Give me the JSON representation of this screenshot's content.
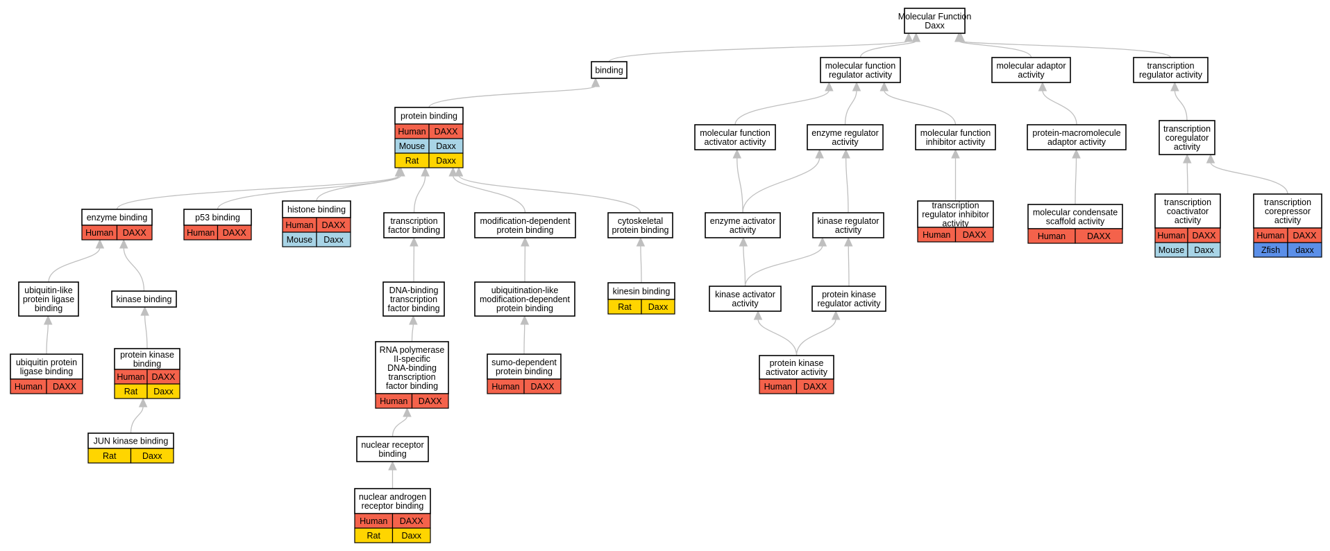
{
  "diagram": {
    "colors": {
      "Human": "#f4624b",
      "Mouse": "#a8d4e6",
      "Rat": "#ffd500",
      "Zfish": "#5b8fe8",
      "edge": "#bfbfbf"
    },
    "nodes": [
      {
        "id": "root",
        "lines": [
          "Molecular Function",
          "Daxx"
        ],
        "orthologs": []
      },
      {
        "id": "binding",
        "lines": [
          "binding"
        ],
        "orthologs": []
      },
      {
        "id": "mfra",
        "lines": [
          "molecular function",
          "regulator activity"
        ],
        "orthologs": []
      },
      {
        "id": "maa",
        "lines": [
          "molecular adaptor",
          "activity"
        ],
        "orthologs": []
      },
      {
        "id": "tra",
        "lines": [
          "transcription",
          "regulator activity"
        ],
        "orthologs": []
      },
      {
        "id": "pb",
        "lines": [
          "protein binding"
        ],
        "orthologs": [
          [
            "Human",
            "DAXX"
          ],
          [
            "Mouse",
            "Daxx"
          ],
          [
            "Rat",
            "Daxx"
          ]
        ]
      },
      {
        "id": "mfaa",
        "lines": [
          "molecular function",
          "activator activity"
        ],
        "orthologs": []
      },
      {
        "id": "era",
        "lines": [
          "enzyme regulator",
          "activity"
        ],
        "orthologs": []
      },
      {
        "id": "mfia",
        "lines": [
          "molecular function",
          "inhibitor activity"
        ],
        "orthologs": []
      },
      {
        "id": "pmaa",
        "lines": [
          "protein-macromolecule",
          "adaptor activity"
        ],
        "orthologs": []
      },
      {
        "id": "tca",
        "lines": [
          "transcription",
          "coregulator",
          "activity"
        ],
        "orthologs": []
      },
      {
        "id": "eb",
        "lines": [
          "enzyme binding"
        ],
        "orthologs": [
          [
            "Human",
            "DAXX"
          ]
        ]
      },
      {
        "id": "p53",
        "lines": [
          "p53 binding"
        ],
        "orthologs": [
          [
            "Human",
            "DAXX"
          ]
        ]
      },
      {
        "id": "hb",
        "lines": [
          "histone binding"
        ],
        "orthologs": [
          [
            "Human",
            "DAXX"
          ],
          [
            "Mouse",
            "Daxx"
          ]
        ]
      },
      {
        "id": "tfb",
        "lines": [
          "transcription",
          "factor binding"
        ],
        "orthologs": []
      },
      {
        "id": "mdpb",
        "lines": [
          "modification-dependent",
          "protein binding"
        ],
        "orthologs": []
      },
      {
        "id": "cpb",
        "lines": [
          "cytoskeletal",
          "protein binding"
        ],
        "orthologs": []
      },
      {
        "id": "eaa",
        "lines": [
          "enzyme activator",
          "activity"
        ],
        "orthologs": []
      },
      {
        "id": "kra",
        "lines": [
          "kinase regulator",
          "activity"
        ],
        "orthologs": []
      },
      {
        "id": "tria",
        "lines": [
          "transcription",
          "regulator inhibitor",
          "activity"
        ],
        "orthologs": [
          [
            "Human",
            "DAXX"
          ]
        ]
      },
      {
        "id": "mcsa",
        "lines": [
          "molecular condensate",
          "scaffold activity"
        ],
        "orthologs": [
          [
            "Human",
            "DAXX"
          ]
        ]
      },
      {
        "id": "tcoa",
        "lines": [
          "transcription",
          "coactivator",
          "activity"
        ],
        "orthologs": [
          [
            "Human",
            "DAXX"
          ],
          [
            "Mouse",
            "Daxx"
          ]
        ]
      },
      {
        "id": "tcra",
        "lines": [
          "transcription",
          "corepressor",
          "activity"
        ],
        "orthologs": [
          [
            "Human",
            "DAXX"
          ],
          [
            "Zfish",
            "daxx"
          ]
        ]
      },
      {
        "id": "ulplb",
        "lines": [
          "ubiquitin-like",
          "protein ligase",
          "binding"
        ],
        "orthologs": []
      },
      {
        "id": "kb",
        "lines": [
          "kinase binding"
        ],
        "orthologs": []
      },
      {
        "id": "dbtfb",
        "lines": [
          "DNA-binding",
          "transcription",
          "factor binding"
        ],
        "orthologs": []
      },
      {
        "id": "ulmdpb",
        "lines": [
          "ubiquitination-like",
          "modification-dependent",
          "protein binding"
        ],
        "orthologs": []
      },
      {
        "id": "kinb",
        "lines": [
          "kinesin binding"
        ],
        "orthologs": [
          [
            "Rat",
            "Daxx"
          ]
        ]
      },
      {
        "id": "kaa",
        "lines": [
          "kinase activator",
          "activity"
        ],
        "orthologs": []
      },
      {
        "id": "pkra",
        "lines": [
          "protein kinase",
          "regulator activity"
        ],
        "orthologs": []
      },
      {
        "id": "uplb",
        "lines": [
          "ubiquitin protein",
          "ligase binding"
        ],
        "orthologs": [
          [
            "Human",
            "DAXX"
          ]
        ]
      },
      {
        "id": "pkb",
        "lines": [
          "protein kinase",
          "binding"
        ],
        "orthologs": [
          [
            "Human",
            "DAXX"
          ],
          [
            "Rat",
            "Daxx"
          ]
        ]
      },
      {
        "id": "rnap",
        "lines": [
          "RNA polymerase",
          "II-specific",
          "DNA-binding",
          "transcription",
          "factor binding"
        ],
        "orthologs": [
          [
            "Human",
            "DAXX"
          ]
        ]
      },
      {
        "id": "sdpb",
        "lines": [
          "sumo-dependent",
          "protein binding"
        ],
        "orthologs": [
          [
            "Human",
            "DAXX"
          ]
        ]
      },
      {
        "id": "pkaa",
        "lines": [
          "protein kinase",
          "activator activity"
        ],
        "orthologs": [
          [
            "Human",
            "DAXX"
          ]
        ]
      },
      {
        "id": "jkb",
        "lines": [
          "JUN kinase binding"
        ],
        "orthologs": [
          [
            "Rat",
            "Daxx"
          ]
        ]
      },
      {
        "id": "nrb",
        "lines": [
          "nuclear receptor",
          "binding"
        ],
        "orthologs": []
      },
      {
        "id": "narb",
        "lines": [
          "nuclear androgen",
          "receptor binding"
        ],
        "orthologs": [
          [
            "Human",
            "DAXX"
          ],
          [
            "Rat",
            "Daxx"
          ]
        ]
      }
    ],
    "edges": [
      [
        "binding",
        "root"
      ],
      [
        "mfra",
        "root"
      ],
      [
        "maa",
        "root"
      ],
      [
        "tra",
        "root"
      ],
      [
        "pb",
        "binding"
      ],
      [
        "mfaa",
        "mfra"
      ],
      [
        "era",
        "mfra"
      ],
      [
        "mfia",
        "mfra"
      ],
      [
        "pmaa",
        "maa"
      ],
      [
        "tca",
        "tra"
      ],
      [
        "eb",
        "pb"
      ],
      [
        "p53",
        "pb"
      ],
      [
        "hb",
        "pb"
      ],
      [
        "tfb",
        "pb"
      ],
      [
        "mdpb",
        "pb"
      ],
      [
        "cpb",
        "pb"
      ],
      [
        "eaa",
        "mfaa"
      ],
      [
        "eaa",
        "era"
      ],
      [
        "kra",
        "era"
      ],
      [
        "tria",
        "mfia"
      ],
      [
        "mcsa",
        "pmaa"
      ],
      [
        "tcoa",
        "tca"
      ],
      [
        "tcra",
        "tca"
      ],
      [
        "ulplb",
        "eb"
      ],
      [
        "kb",
        "eb"
      ],
      [
        "dbtfb",
        "tfb"
      ],
      [
        "ulmdpb",
        "mdpb"
      ],
      [
        "kinb",
        "cpb"
      ],
      [
        "kaa",
        "eaa"
      ],
      [
        "kaa",
        "kra"
      ],
      [
        "pkra",
        "kra"
      ],
      [
        "uplb",
        "ulplb"
      ],
      [
        "pkb",
        "kb"
      ],
      [
        "rnap",
        "dbtfb"
      ],
      [
        "sdpb",
        "ulmdpb"
      ],
      [
        "pkaa",
        "kaa"
      ],
      [
        "pkaa",
        "pkra"
      ],
      [
        "jkb",
        "pkb"
      ],
      [
        "nrb",
        "rnap"
      ],
      [
        "narb",
        "nrb"
      ]
    ]
  }
}
